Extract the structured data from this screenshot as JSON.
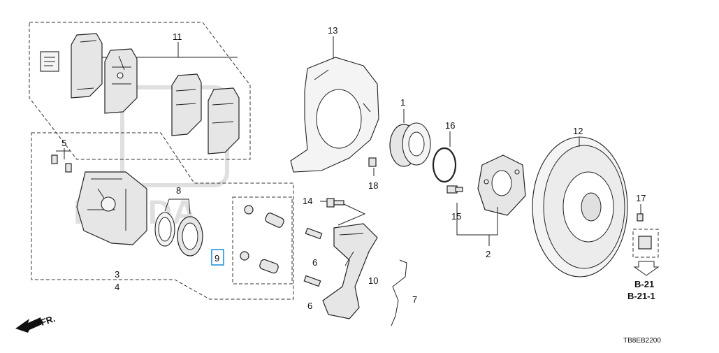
{
  "diagram": {
    "callouts": {
      "c1": "1",
      "c2": "2",
      "c3": "3",
      "c4": "4",
      "c5": "5",
      "c6a": "6",
      "c6b": "6",
      "c7": "7",
      "c8": "8",
      "c9": "9",
      "c10": "10",
      "c11": "11",
      "c12": "12",
      "c13": "13",
      "c14": "14",
      "c15": "15",
      "c16": "16",
      "c17": "17",
      "c18": "18"
    },
    "references": {
      "ref1": "B-21",
      "ref2": "B-21-1"
    },
    "direction_label": "FR.",
    "diagram_code": "TB8EB2200",
    "watermark": "HONDA"
  }
}
